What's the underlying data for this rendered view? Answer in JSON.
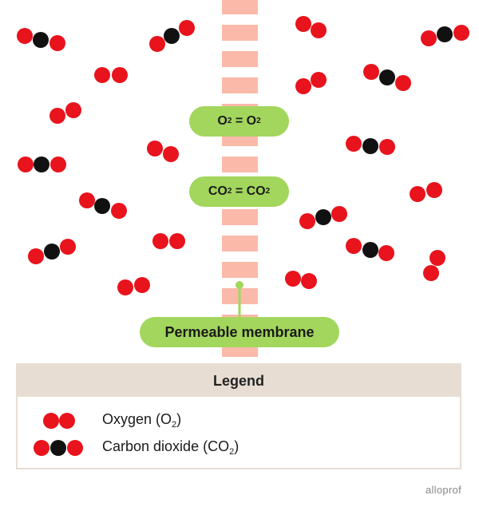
{
  "colors": {
    "oxygen": "#e8131c",
    "carbon": "#111111",
    "membrane": "#fbb9aa",
    "label_bg": "#a3d65c",
    "legend_bg": "#e7ddd3"
  },
  "membrane_labels": {
    "o2_equal": {
      "left": "O",
      "sub1": "2",
      "mid": " = O",
      "sub2": "2"
    },
    "co2_equal": {
      "left": "CO",
      "sub1": "2",
      "mid": " = CO",
      "sub2": "2"
    },
    "membrane": "Permeable membrane"
  },
  "legend": {
    "title": "Legend",
    "items": [
      {
        "type": "o2",
        "label": "Oxygen (O",
        "sub": "2",
        "close": ")"
      },
      {
        "type": "co2",
        "label": "Carbon dioxide (CO",
        "sub": "2",
        "close": ")"
      }
    ]
  },
  "brand": "alloprof"
}
